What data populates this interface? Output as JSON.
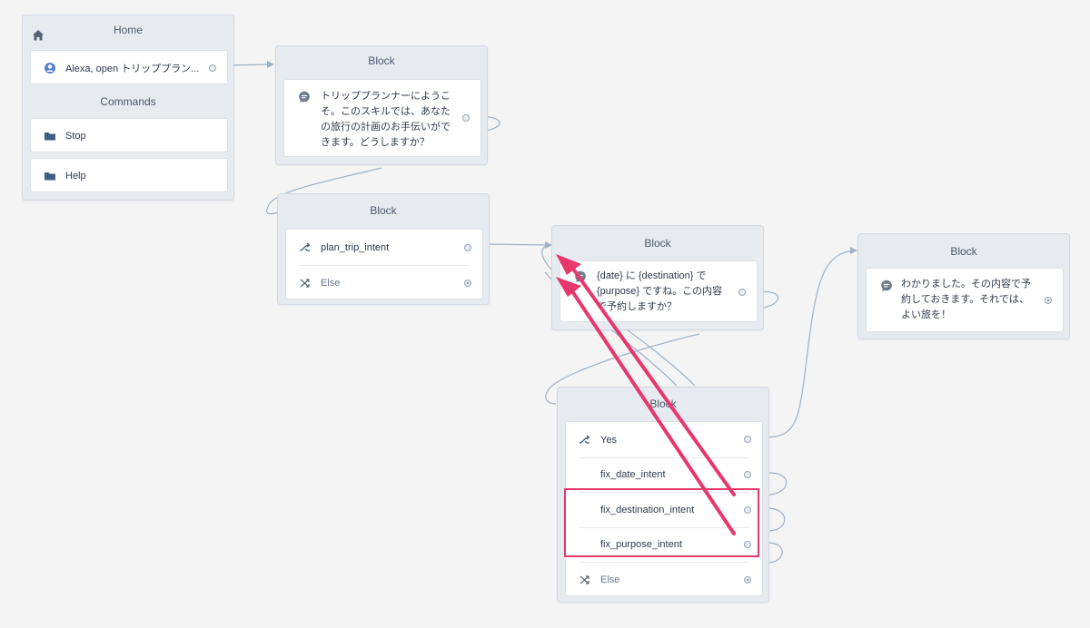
{
  "home_block": {
    "title": "Home",
    "launch": "Alexa, open トリッププラン...",
    "commands_title": "Commands",
    "commands": [
      "Stop",
      "Help"
    ]
  },
  "welcome_block": {
    "title": "Block",
    "message": "トリッププランナーにようこ\nそ。このスキルでは、あなた\nの旅行の計画のお手伝いがで\nきます。どうしますか？"
  },
  "intent_block": {
    "title": "Block",
    "choices": [
      "plan_trip_intent",
      "Else"
    ]
  },
  "confirm_block": {
    "title": "Block",
    "message": "{date} に {destination} で\n{purpose} ですね。この内容\nで予約しますか？"
  },
  "final_block": {
    "title": "Block",
    "message": "わかりました。その内容で予\n約しておきます。それでは、\nよい旅を！"
  },
  "choice_block": {
    "title": "Block",
    "choices": [
      "Yes",
      "fix_date_intent",
      "fix_destination_intent",
      "fix_purpose_intent",
      "Else"
    ]
  },
  "colors": {
    "canvas": "#f4f4f5",
    "block": "#e7ebf0",
    "wire": "#9fb0c2",
    "annotation": "#e8376b",
    "icon": "#3f5f87"
  },
  "icons": {
    "home": "home-icon",
    "user": "user-icon",
    "folder": "folder-icon",
    "speech": "speech-bubble-icon",
    "intent": "shuffle-intent-icon",
    "else": "cross-arrows-icon"
  }
}
